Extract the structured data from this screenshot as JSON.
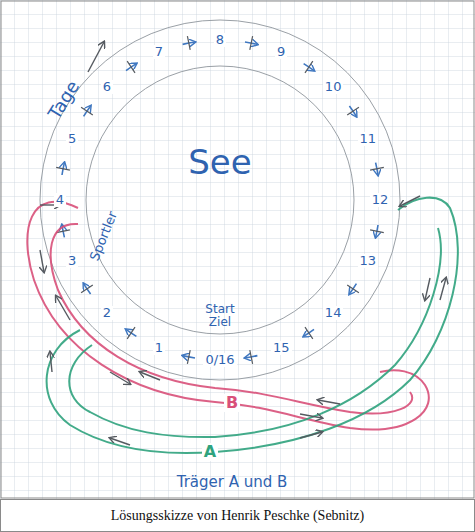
{
  "diagram": {
    "caption": "Lösungsskizze von Henrik Peschke (Sebnitz)",
    "nodes": [
      {
        "text": [
          "See"
        ]
      }
    ],
    "labels": [
      "Tage",
      "Sportler",
      "Start Ziel",
      "0/16",
      "1",
      "2",
      "3",
      "4",
      "5",
      "6",
      "7",
      "8",
      "9",
      "10",
      "11",
      "12",
      "13",
      "14",
      "15",
      "B",
      "A",
      "Träger A und B"
    ]
  }
}
